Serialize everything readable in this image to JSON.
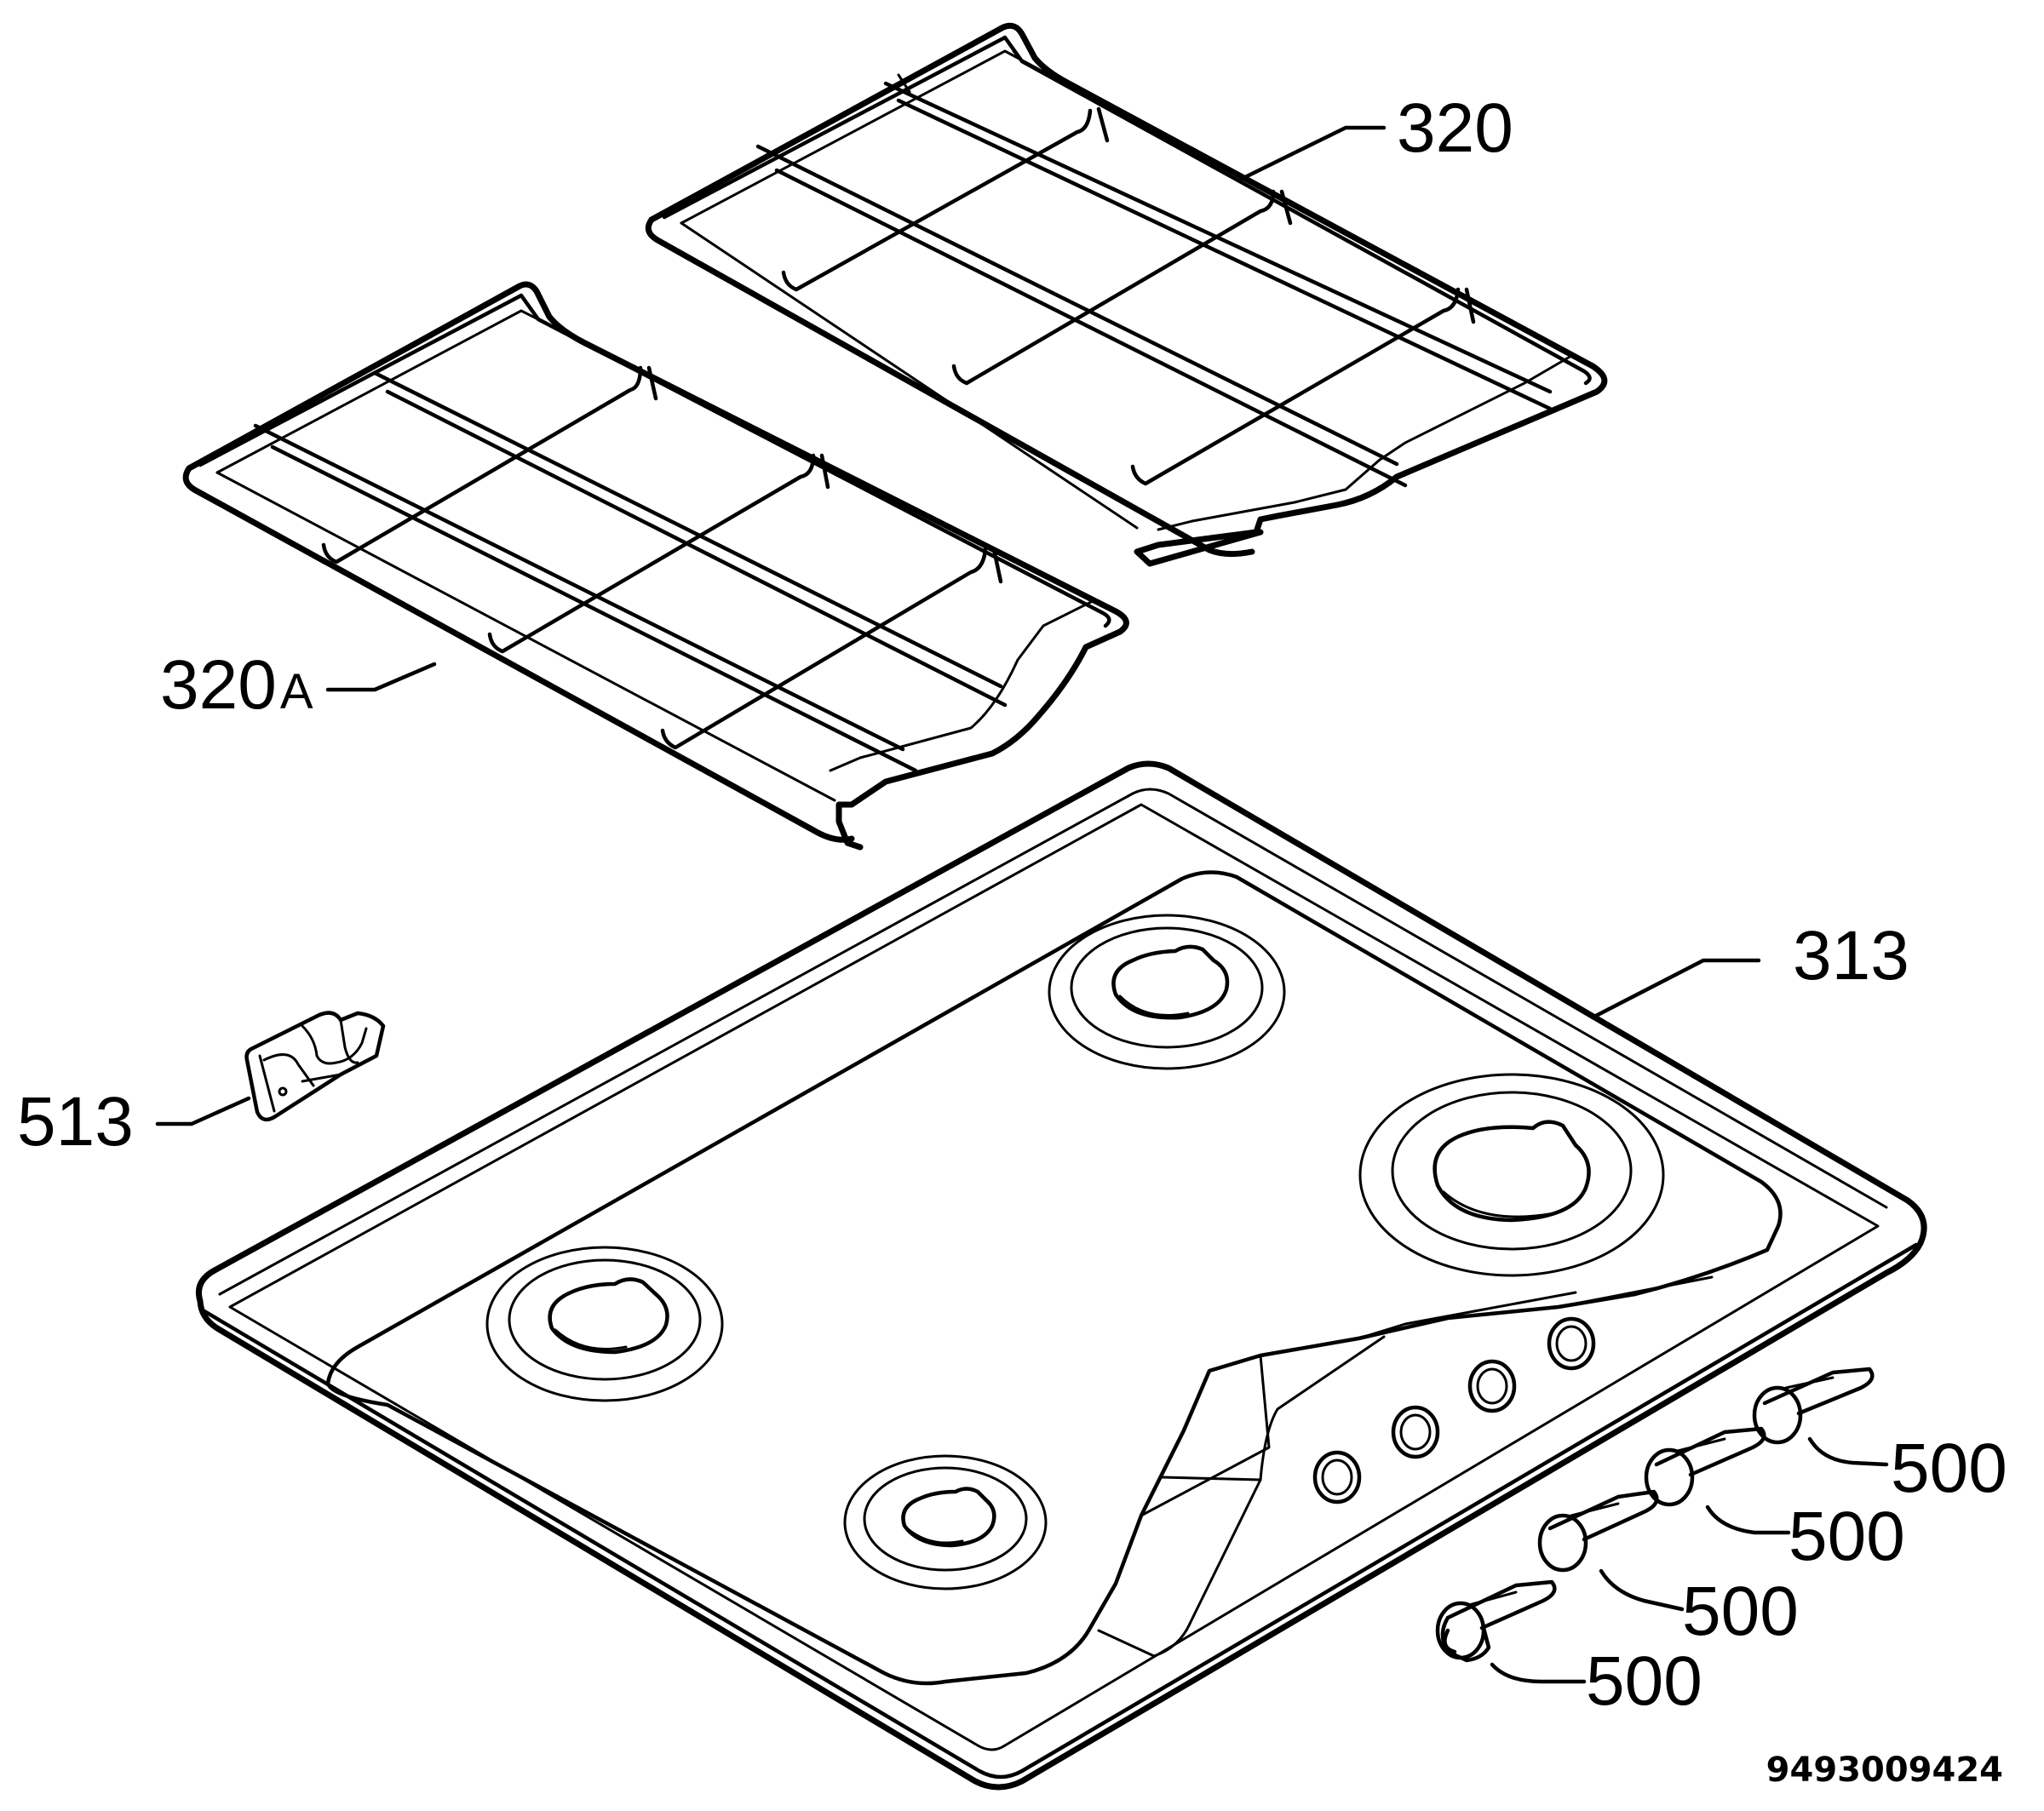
{
  "parts": {
    "grid_right": {
      "label": "320"
    },
    "grid_left": {
      "label_main": "320",
      "label_suffix": "A"
    },
    "hob": {
      "label": "313"
    },
    "clip": {
      "label": "513"
    },
    "knobs": [
      {
        "label": "500"
      },
      {
        "label": "500"
      },
      {
        "label": "500"
      },
      {
        "label": "500"
      }
    ]
  },
  "document_number": "9493009424"
}
